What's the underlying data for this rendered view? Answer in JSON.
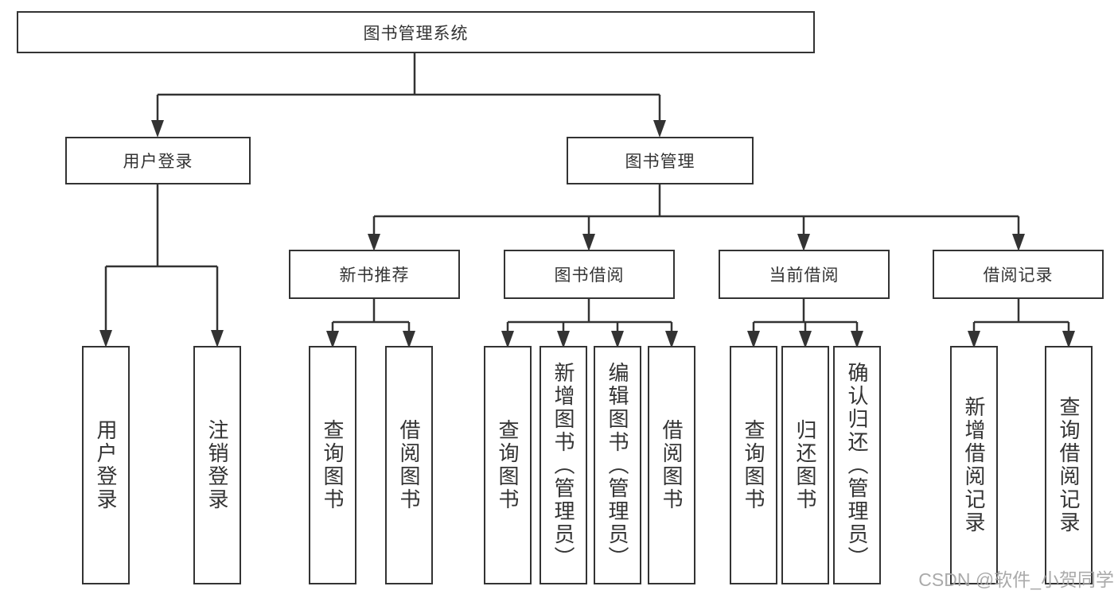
{
  "colors": {
    "line": "#333333",
    "border": "#333333",
    "fill": "#ffffff",
    "text": "#333333",
    "watermark": "#a3a3a3"
  },
  "tree": {
    "root": "图书管理系统",
    "branches": [
      {
        "label": "用户登录",
        "children": [
          "用户登录",
          "注销登录"
        ]
      },
      {
        "label": "图书管理",
        "children": [
          {
            "label": "新书推荐",
            "children": [
              "查询图书",
              "借阅图书"
            ]
          },
          {
            "label": "图书借阅",
            "children": [
              "查询图书",
              "新增图书（管理员）",
              "编辑图书（管理员）",
              "借阅图书"
            ]
          },
          {
            "label": "当前借阅",
            "children": [
              "查询图书",
              "归还图书",
              "确认归还（管理员）"
            ]
          },
          {
            "label": "借阅记录",
            "children": [
              "新增借阅记录",
              "查询借阅记录"
            ]
          }
        ]
      }
    ]
  },
  "watermark": "CSDN @软件_小贺同学"
}
